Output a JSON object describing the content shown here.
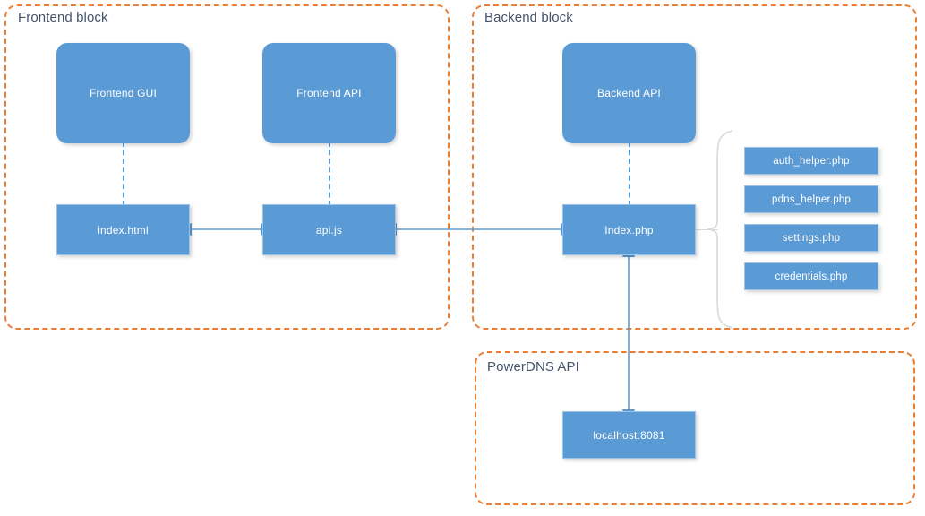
{
  "diagram": {
    "title_color": "#44546A",
    "node_color": "#5B9BD5",
    "group_border_color": "#ED7D31",
    "connector_color": "#5B9BD5",
    "brace_color": "#D6D9DD"
  },
  "groups": {
    "frontend": {
      "title": "Frontend block"
    },
    "backend": {
      "title": "Backend block"
    },
    "powerdns": {
      "title": "PowerDNS API"
    }
  },
  "nodes": {
    "frontend_gui": {
      "label": "Frontend GUI"
    },
    "frontend_api": {
      "label": "Frontend API"
    },
    "index_html": {
      "label": "index.html"
    },
    "api_js": {
      "label": "api.js"
    },
    "backend_api": {
      "label": "Backend API"
    },
    "index_php": {
      "label": "Index.php"
    },
    "localhost": {
      "label": "localhost:8081"
    }
  },
  "helpers": [
    {
      "label": "auth_helper.php"
    },
    {
      "label": "pdns_helper.php"
    },
    {
      "label": "settings.php"
    },
    {
      "label": "credentials.php"
    }
  ]
}
